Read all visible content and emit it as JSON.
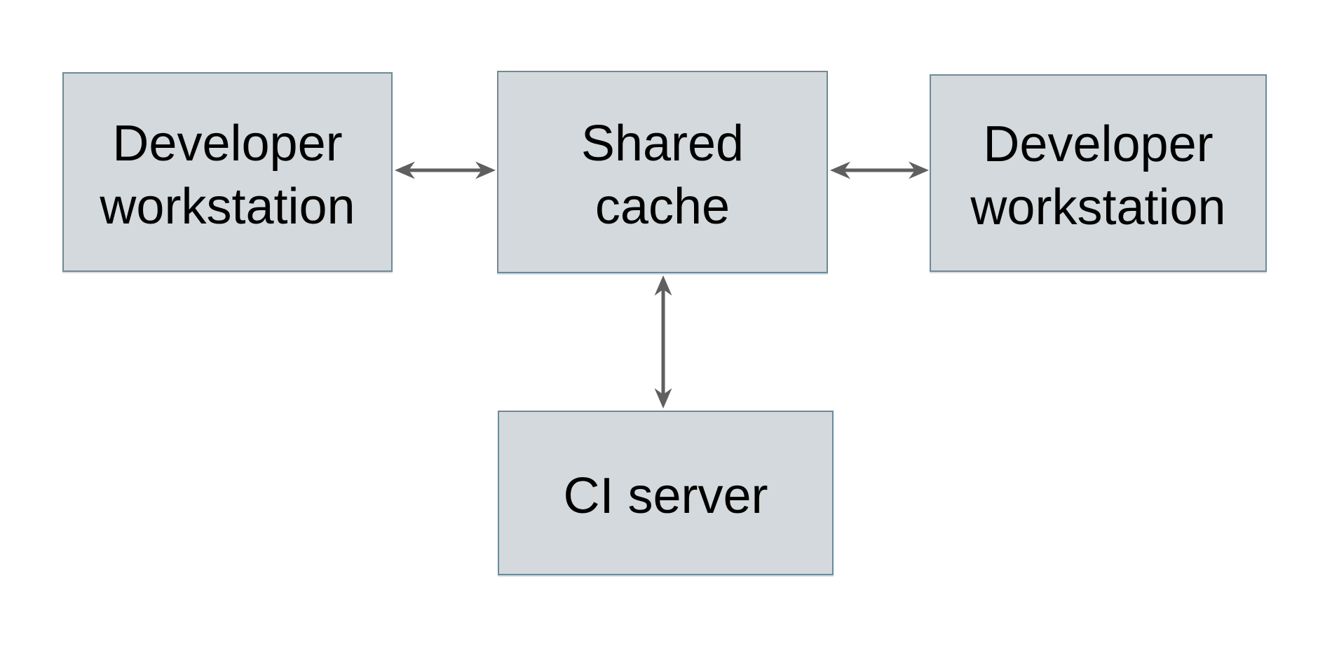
{
  "diagram": {
    "description": "Remote shared cache topology diagram",
    "nodes": [
      {
        "id": "developer-workstation-left",
        "label": "Developer\nworkstation"
      },
      {
        "id": "shared-cache",
        "label": "Shared\ncache"
      },
      {
        "id": "developer-workstation-right",
        "label": "Developer\nworkstation"
      },
      {
        "id": "ci-server",
        "label": "CI server"
      }
    ],
    "edges": [
      {
        "from": "developer-workstation-left",
        "to": "shared-cache",
        "direction": "bidirectional",
        "orientation": "horizontal"
      },
      {
        "from": "shared-cache",
        "to": "developer-workstation-right",
        "direction": "bidirectional",
        "orientation": "horizontal"
      },
      {
        "from": "shared-cache",
        "to": "ci-server",
        "direction": "bidirectional",
        "orientation": "vertical"
      }
    ]
  },
  "colors": {
    "background": "#ffffff",
    "node_fill": "#d3d9dc",
    "node_border": "#6e8997",
    "arrow": "#5f5f5f",
    "text": "#000000"
  }
}
